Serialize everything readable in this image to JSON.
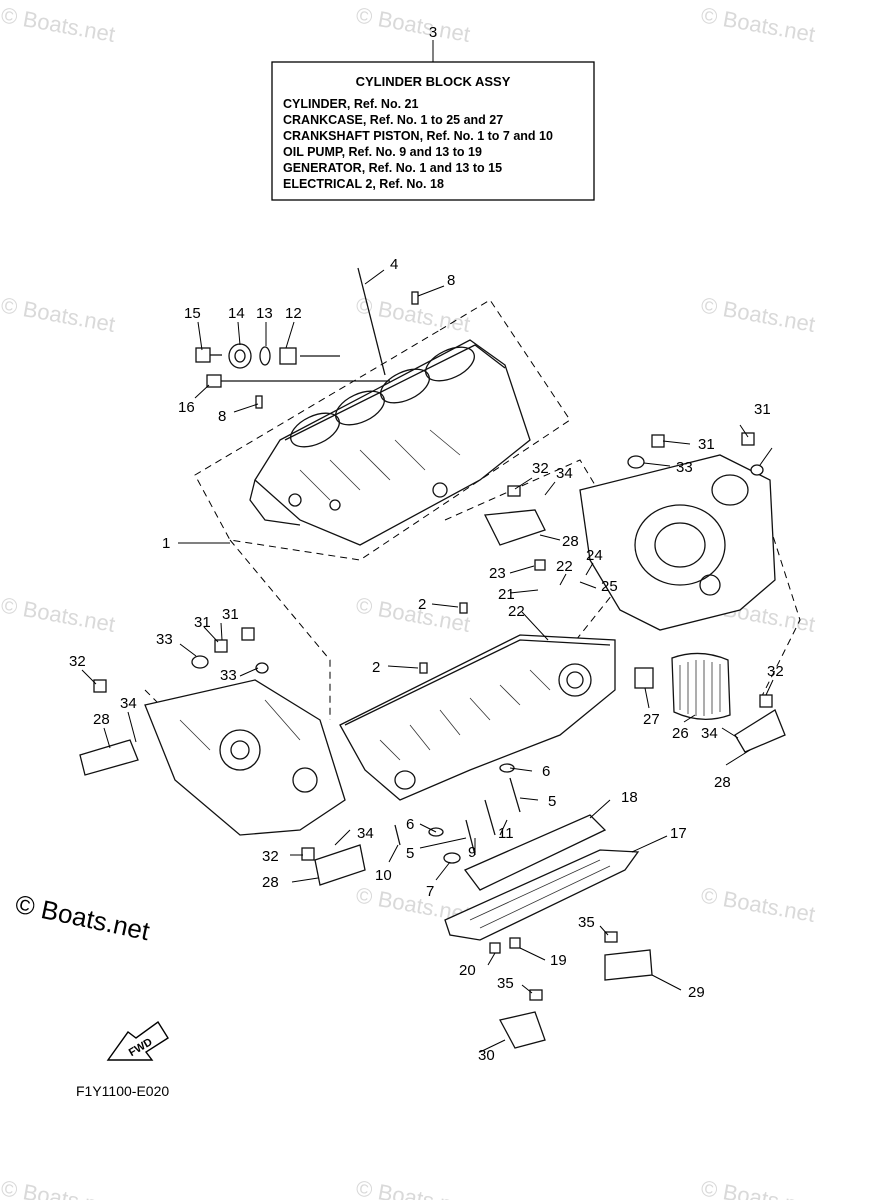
{
  "watermark": "© Boats.net",
  "assembly_box": {
    "ref": "3",
    "title": "CYLINDER BLOCK ASSY",
    "lines": [
      "CYLINDER,  Ref. No. 21",
      "CRANKCASE,  Ref. No. 1 to 25 and 27",
      "CRANKSHAFT PISTON, Ref. No. 1 to 7 and 10",
      "OIL PUMP, Ref. No. 9 and 13 to 19",
      "GENERATOR,  Ref. No. 1 and 13 to 15",
      "ELECTRICAL 2,  Ref. No. 18"
    ]
  },
  "callouts": [
    "4",
    "8",
    "15",
    "14",
    "13",
    "12",
    "16",
    "8",
    "1",
    "31",
    "31",
    "33",
    "32",
    "34",
    "28",
    "23",
    "22",
    "24",
    "21",
    "25",
    "22",
    "2",
    "2",
    "31",
    "31",
    "33",
    "33",
    "32",
    "34",
    "28",
    "27",
    "26",
    "32",
    "34",
    "28",
    "6",
    "5",
    "18",
    "17",
    "6",
    "5",
    "9",
    "11",
    "10",
    "7",
    "32",
    "34",
    "28",
    "35",
    "20",
    "19",
    "29",
    "35",
    "30"
  ],
  "forward_label": "FWD",
  "figure_code": "F1Y1100-E020"
}
